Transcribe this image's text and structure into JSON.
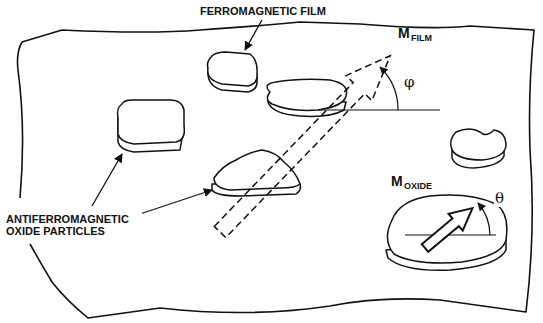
{
  "diagram": {
    "labels": [
      "FERROMAGNETIC FILM",
      "M",
      "FILM",
      "φ",
      "M",
      "OXIDE",
      "θ",
      "ANTIFERROMAGNETIC OXIDE PARTICLES"
    ]
  }
}
